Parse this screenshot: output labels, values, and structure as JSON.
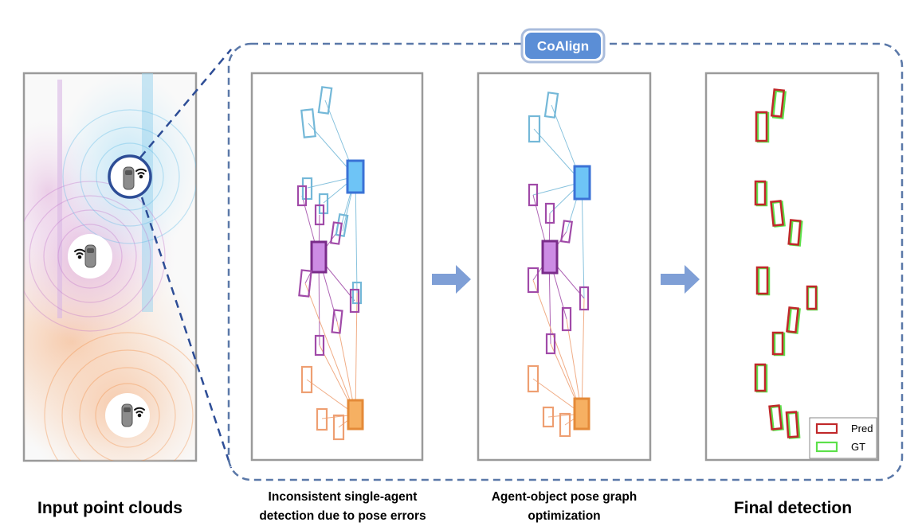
{
  "badge": {
    "label": "CoAlign"
  },
  "captions": {
    "input": "Input point clouds",
    "stage1_line1": "Inconsistent single-agent",
    "stage1_line2": "detection due to pose errors",
    "stage2_line1": "Agent-object pose graph",
    "stage2_line2": "optimization",
    "final": "Final detection"
  },
  "legend": {
    "pred_label": "Pred",
    "gt_label": "GT",
    "pred_color": "#c0282a",
    "gt_color": "#5ce04a"
  },
  "colors": {
    "agent_blue": "#4aa8ee",
    "agent_purple": "#b45ad8",
    "agent_orange": "#f29a45",
    "object_blue": "#74b8d8",
    "object_purple": "#a04aa8",
    "object_orange": "#ee9f72",
    "dashed_frame": "#5a78a8",
    "badge_fill": "#5b8ed6",
    "arrow": "#7f9fd6"
  },
  "icons": [
    "car-icon",
    "wifi-icon",
    "right-arrow-icon"
  ]
}
